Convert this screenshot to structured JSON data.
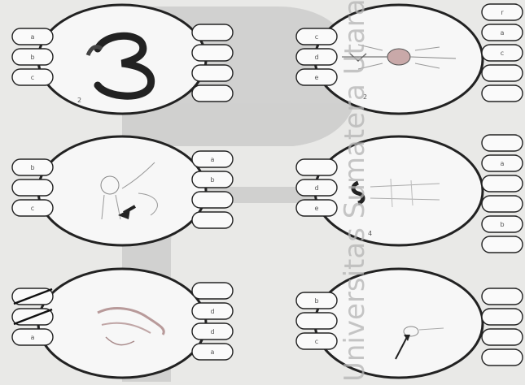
{
  "watermark": {
    "vertical_text": "Universitas Sumatera Utara",
    "color": "#b8b8b8"
  },
  "diagrams": [
    {
      "left_labels": [
        "a",
        "b",
        "c"
      ],
      "right_labels": [
        "",
        "",
        "",
        ""
      ],
      "picture": "numeral-drawing",
      "corner_text": "2"
    },
    {
      "left_labels": [
        "c",
        "d",
        "e"
      ],
      "right_labels": [
        "r",
        "a",
        "c",
        "",
        ""
      ],
      "picture": "crayfish-outline",
      "corner_text": "2"
    },
    {
      "left_labels": [
        "b",
        "",
        "c"
      ],
      "right_labels": [
        "a",
        "b",
        "",
        ""
      ],
      "picture": "figure-sketch",
      "corner_text": ""
    },
    {
      "left_labels": [
        "",
        "d",
        "e"
      ],
      "right_labels": [
        "",
        "a",
        "",
        "",
        "b",
        ""
      ],
      "picture": "stick-figure",
      "corner_text": "4"
    },
    {
      "left_labels": [
        "",
        "",
        "a"
      ],
      "right_labels": [
        "",
        "d",
        "d",
        "a"
      ],
      "picture": "smudged-sketch",
      "corner_text": ""
    },
    {
      "left_labels": [
        "b",
        "",
        "c"
      ],
      "right_labels": [
        "",
        "",
        "",
        ""
      ],
      "picture": "arrow-to-object",
      "corner_text": ""
    }
  ]
}
